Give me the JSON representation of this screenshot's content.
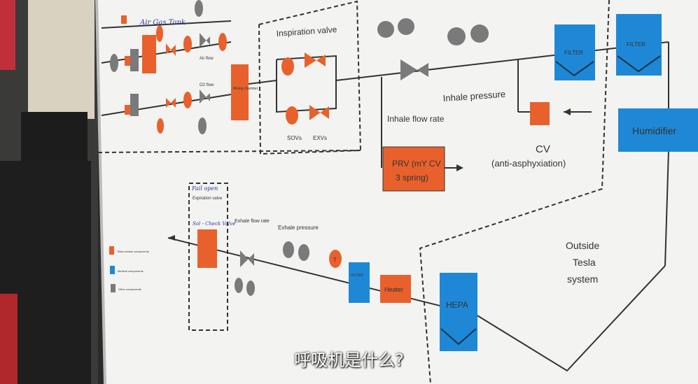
{
  "diagram": {
    "inspiration_valve": "Inspiration valve",
    "sovs": "SOVs",
    "exvs": "EXVs",
    "mixing_chamber": "Mixing chamber",
    "air_flow": "Air flow",
    "o2_flow": "O2 flow",
    "inhale_flow_rate": "Inhale flow rate",
    "inhale_pressure": "Inhale pressure",
    "filter1": "FILTER",
    "filter2": "FILTER",
    "humidifier": "Humidifier",
    "cv": "CV",
    "cv_sub": "(anti-asphyxiation)",
    "prv_line1": "PRV (mY CV",
    "prv_line2": "3 spring)",
    "expiration_valve": "Expiration valve",
    "exhale_flow_rate": "Exhale flow rate",
    "exhale_pressure": "Exhale pressure",
    "temp": "T",
    "filter3": "FILTER",
    "heater": "Heater",
    "hepa": "HEPA",
    "outside_line1": "Outside",
    "outside_line2": "Tesla",
    "outside_line3": "system",
    "hand_fail_open": "Fail open",
    "hand_sol": "Sol - Check Valve",
    "hand_air_gas": "Air Gas Tank"
  },
  "legend": [
    "Tesla vehicle components",
    "Medical components",
    "Other components"
  ],
  "subtitle": "呼吸机是什么?",
  "colors": {
    "orange": "#e8612c",
    "blue": "#1f88d6",
    "gray": "#7a7a7a",
    "board": "#f3f3f1"
  }
}
